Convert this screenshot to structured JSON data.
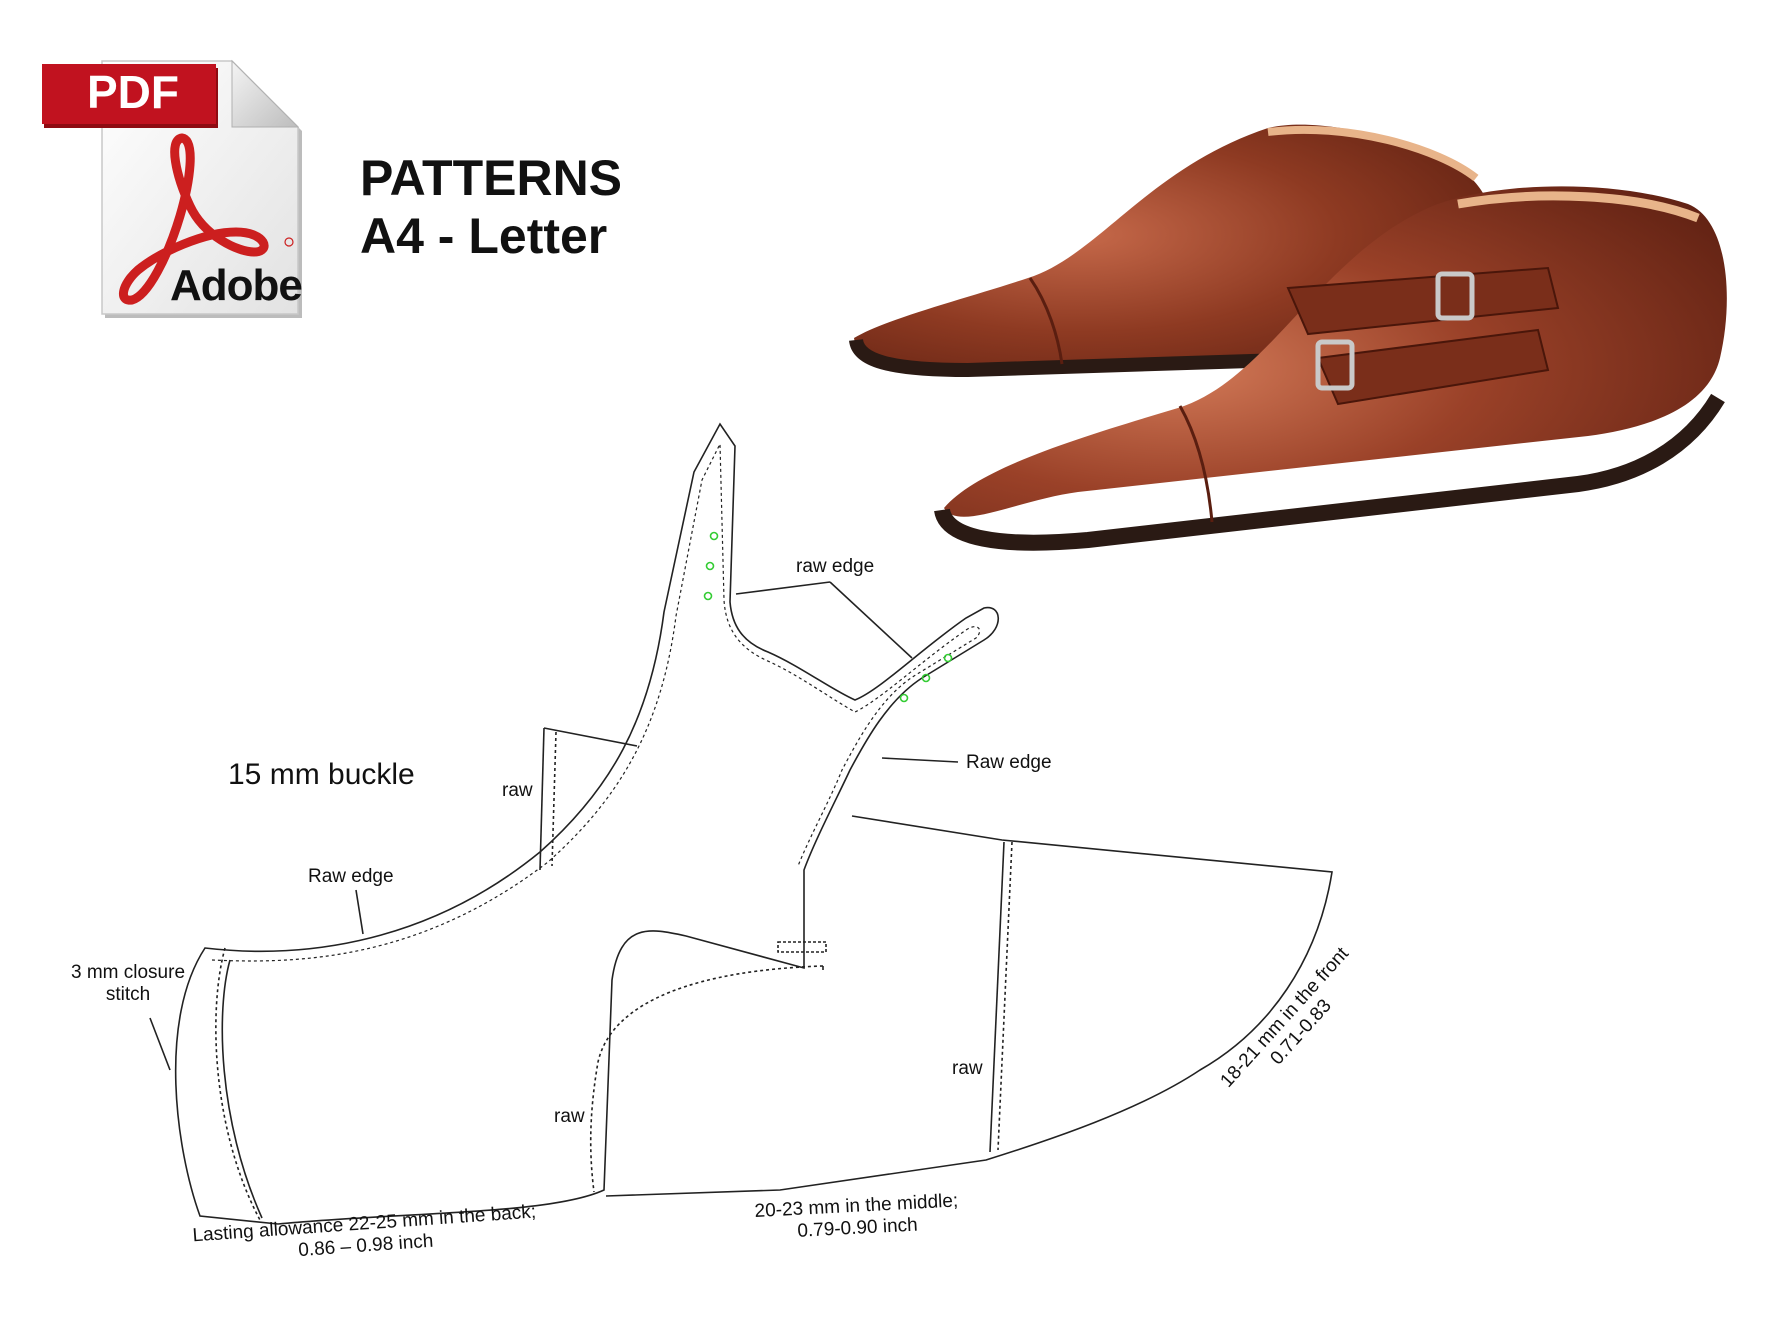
{
  "header": {
    "badge_text": "PDF",
    "logo_word": "Adobe",
    "title_line1": "PATTERNS",
    "title_line2": "A4 - Letter"
  },
  "product": {
    "image": "brown double monk strap shoes",
    "leather_color": "#8b3a22",
    "sole_color": "#2a1a14"
  },
  "labels": {
    "buckle": "15 mm buckle",
    "raw_left_top": "raw",
    "raw_edge_top": "raw edge",
    "raw_edge_right": "Raw edge",
    "raw_edge_left": "Raw edge",
    "closure_line1": "3 mm closure",
    "closure_line2": "stitch",
    "raw_middle": "raw",
    "raw_right": "raw",
    "back_line1": "Lasting allowance 22-25 mm in the back;",
    "back_line2": "0.86 – 0.98 inch",
    "middle_line1": "20-23 mm in the middle;",
    "middle_line2": "0.79-0.90 inch",
    "front_line1": "18-21 mm in the front",
    "front_line2": "0.71-0.83"
  },
  "colors": {
    "badge_red": "#c1121f",
    "acrobat_red": "#cc1f1f",
    "marker_green": "#33cc33",
    "pattern_line": "#222222"
  }
}
